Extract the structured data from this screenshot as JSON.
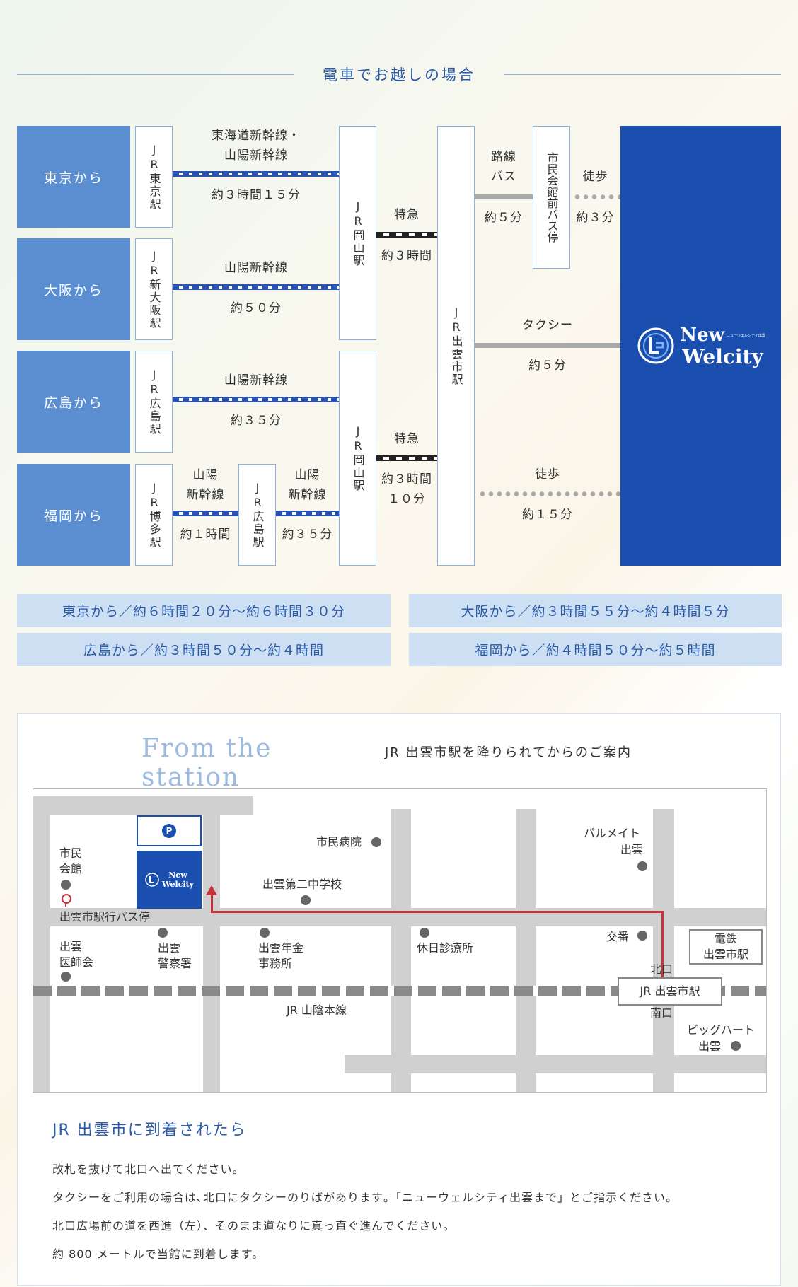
{
  "train": {
    "title": "電車でお越しの場合",
    "origins": [
      "東京から",
      "大阪から",
      "広島から",
      "福岡から"
    ],
    "stations": {
      "tokyo": "JR東京駅",
      "shinosaka": "JR新大阪駅",
      "hiroshima": "JR広島駅",
      "hakata": "JR博多駅",
      "hiroshima_transfer": "JR広島駅",
      "okayama_top": "JR岡山駅",
      "okayama_bottom": "JR岡山駅",
      "izumoshi": "JR出雲市駅",
      "bus_stop": "市民会館前バス停"
    },
    "routes": {
      "tokyo_line": [
        "東海道新幹線・",
        "山陽新幹線"
      ],
      "tokyo_time": "約３時間１５分",
      "osaka_line": "山陽新幹線",
      "osaka_time": "約５０分",
      "hiroshima_line": "山陽新幹線",
      "hiroshima_time": "約３５分",
      "fukuoka_line1": [
        "山陽",
        "新幹線"
      ],
      "fukuoka_time1": "約１時間",
      "fukuoka_line2": [
        "山陽",
        "新幹線"
      ],
      "fukuoka_time2": "約３５分",
      "express_top_name": "特急",
      "express_top_time": "約３時間",
      "express_bottom_name": "特急",
      "express_bottom_time": [
        "約３時間",
        "１０分"
      ],
      "bus_name": [
        "路線",
        "バス"
      ],
      "bus_time": "約５分",
      "walk_short_name": "徒歩",
      "walk_short_time": "約３分",
      "taxi_name": "タクシー",
      "taxi_time": "約５分",
      "walk_long_name": "徒歩",
      "walk_long_time": "約１５分"
    },
    "destination": {
      "logo_new": "New",
      "logo_welcity": "Welcity",
      "logo_small": "ニューウェルシティ出雲"
    },
    "totals": [
      "東京から／約６時間２０分〜約６時間３０分",
      "大阪から／約３時間５５分〜約４時間５分",
      "広島から／約３時間５０分〜約４時間",
      "福岡から／約４時間５０分〜約５時間"
    ]
  },
  "station_section": {
    "heading_en": "From the station",
    "heading_jp": "JR 出雲市駅を降りられてからのご案内",
    "map": {
      "parking": "P",
      "logo_new": "New",
      "logo_welcity": "Welcity",
      "shimin_kaikan": [
        "市民",
        "会館"
      ],
      "bus_stop": "出雲市駅行バス停",
      "shimin_byoin": "市民病院",
      "daini_chugakko": "出雲第二中学校",
      "parumeito": [
        "パルメイト",
        "出雲"
      ],
      "koban": "交番",
      "dentetsu": [
        "電鉄",
        "出雲市駅"
      ],
      "ishikai": [
        "出雲",
        "医師会"
      ],
      "keisatsu": [
        "出雲",
        "警察署"
      ],
      "nenkin": [
        "出雲年金",
        "事務所"
      ],
      "kyujitsu": "休日診療所",
      "kitaguchi": "北口",
      "station": "JR 出雲市駅",
      "minamiguchi": "南口",
      "sanin": "JR 山陰本線",
      "bigheart": [
        "ビッグハート",
        "出雲"
      ]
    },
    "arrival_title": "JR 出雲市に到着されたら",
    "paragraphs": [
      "改札を抜けて北口へ出てください。",
      "タクシーをご利用の場合は､北口にタクシーのりばがあります｡「ニューウェルシティ出雲まで」とご指示ください。",
      "北口広場前の道を西進（左）、そのまま道なりに真っ直ぐ進んでください。",
      "約 800 メートルで当館に到着します。"
    ]
  },
  "colors": {
    "accent": "#2b5aa8",
    "origin_blue": "#5a8ed0",
    "navy": "#1a4fb0",
    "route_red": "#c8313a"
  }
}
